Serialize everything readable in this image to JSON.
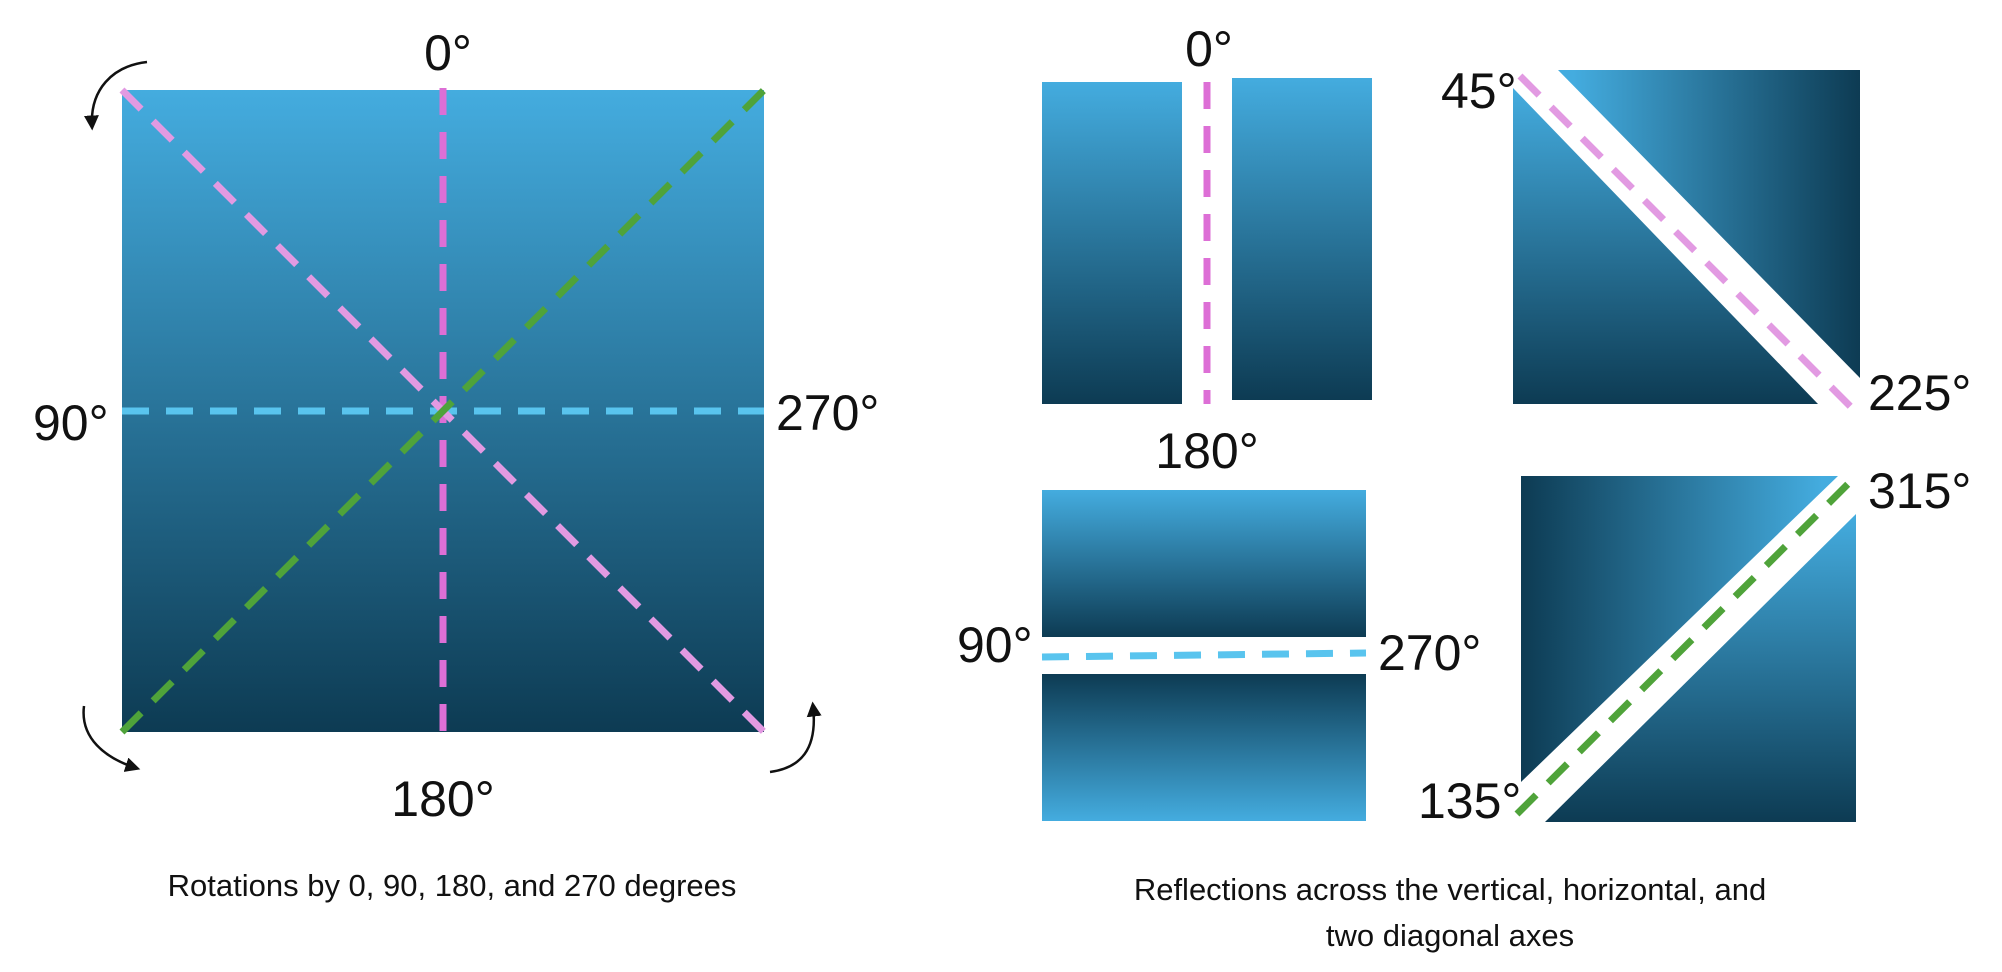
{
  "colors": {
    "gradient_light": "#44acdf",
    "gradient_dark": "#0d3b53",
    "axis_vertical": "#dd6fd6",
    "axis_main_diagonal": "#e29ae2",
    "axis_anti_diagonal": "#4fa33a",
    "axis_horizontal": "#59c4ee",
    "arrow": "#111111"
  },
  "rotation_panel": {
    "labels": {
      "top": "0°",
      "left": "90°",
      "bottom": "180°",
      "right": "270°"
    },
    "caption": "Rotations by 0, 90, 180, and 270 degrees",
    "icons": [
      "rotate-arrow-icon",
      "rotate-arrow-icon",
      "rotate-arrow-icon"
    ]
  },
  "reflection_panel": {
    "vertical": {
      "top": "0°",
      "bottom": "180°"
    },
    "main_diagonal": {
      "start": "45°",
      "end": "225°"
    },
    "horizontal": {
      "left": "90°",
      "right": "270°"
    },
    "anti_diagonal": {
      "start": "135°",
      "end": "315°"
    },
    "caption": [
      "Reflections across the vertical, horizontal, and",
      "two diagonal axes"
    ]
  }
}
